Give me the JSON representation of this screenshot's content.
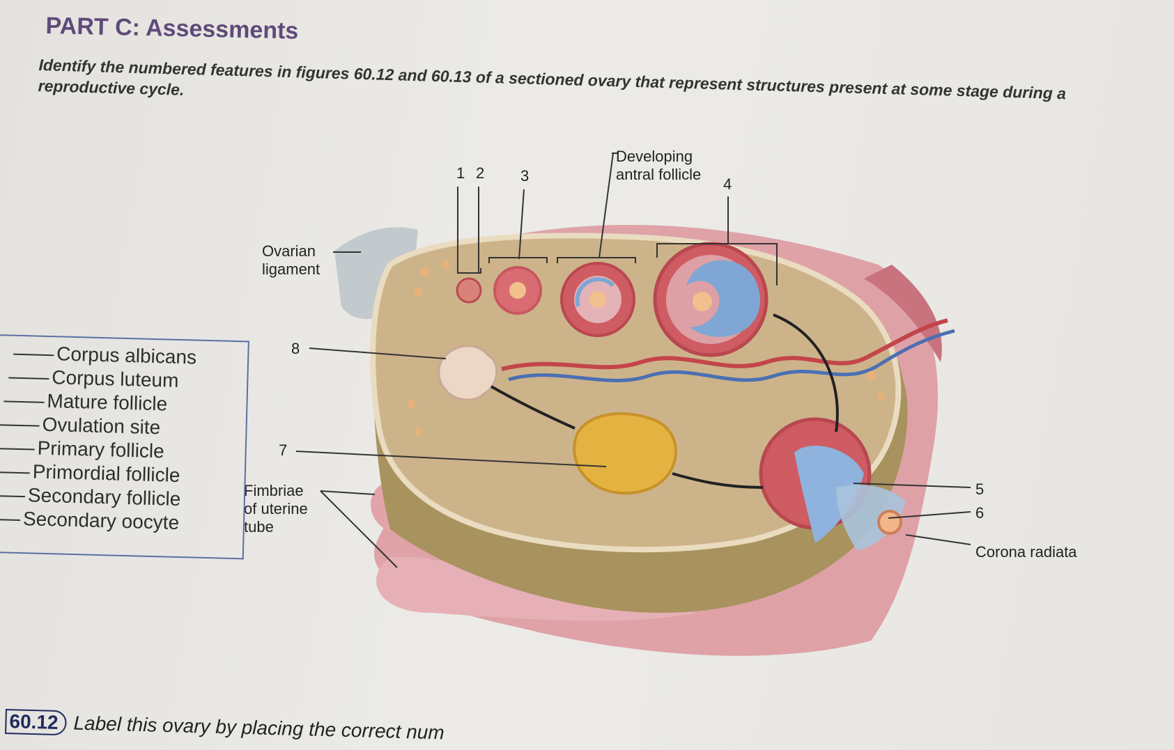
{
  "heading": "PART C: Assessments",
  "instructions": "Identify the numbered features in figures 60.12 and 60.13 of a sectioned ovary that represent structures present at some stage during a reproductive cycle.",
  "answer_key": [
    "Corpus albicans",
    "Corpus luteum",
    "Mature follicle",
    "Ovulation site",
    "Primary follicle",
    "Primordial follicle",
    "Secondary follicle",
    "Secondary oocyte"
  ],
  "figure": {
    "numbers": [
      "1",
      "2",
      "3",
      "4",
      "5",
      "6",
      "7",
      "8"
    ],
    "developing_label_line1": "Developing",
    "developing_label_line2": "antral follicle",
    "ovarian_ligament_line1": "Ovarian",
    "ovarian_ligament_line2": "ligament",
    "fimbriae_line1": "Fimbriae",
    "fimbriae_line2": "of uterine",
    "fimbriae_line3": "tube",
    "corona_radiata": "Corona radiata"
  },
  "caption": {
    "number": "60.12",
    "text": "Label this ovary by placing the correct num"
  },
  "colors": {
    "heading": "#5f4a7a",
    "box_border": "#5b6fa0",
    "ovary_tissue": "#cdb38a",
    "follicle_red": "#c9585e",
    "antrum_blue": "#7fa6d4",
    "tube_pink": "#d98a92"
  }
}
